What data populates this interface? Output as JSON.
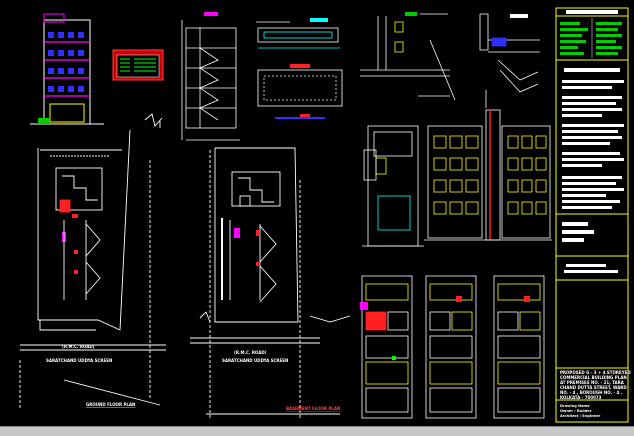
{
  "drawing": {
    "plan_labels": {
      "ground_floor": "GROUND FLOOR PLAN",
      "basement_floor": "BASEMENT FLOOR PLAN"
    },
    "road_labels": {
      "left_road": "(R.M.C. ROAD)",
      "left_road_name": "SARATCHAND UDDYA SCREEN",
      "right_road": "(R.M.C. ROAD)",
      "right_road_name": "SARATCHAND UDDYA SCREEN"
    }
  },
  "title_block": {
    "proposal_text": [
      "PROPOSED G - 3 + 4 STOREYED",
      "COMMERCIAL BUILDING PLAN",
      "AT PREMISES NO. - 21, TARA",
      "CHAND DUTTA STREET, WARD",
      "NO. - 4 , BOROUGH NO. - 4 ,",
      "KOLKATA - 700073"
    ],
    "footer_text": [
      "Drawing Name",
      "Owner / Builder",
      "Architect / Engineer"
    ]
  },
  "colors": {
    "background": "#000000",
    "wall": "#ffffff",
    "accent_yellow": "#ffff00",
    "accent_red": "#ff2020",
    "accent_magenta": "#ff00ff",
    "accent_green": "#00ff00",
    "accent_cyan": "#00ffff",
    "title_border": "#ffff00"
  }
}
